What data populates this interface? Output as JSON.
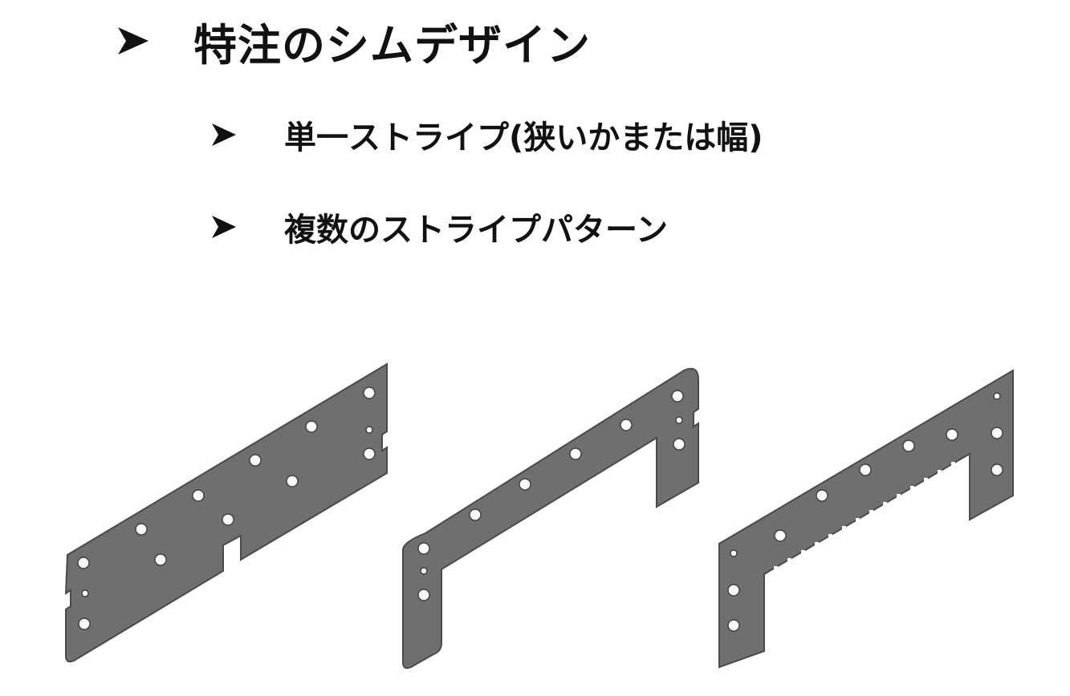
{
  "slide": {
    "heading": "特注のシムデザイン",
    "bullets": [
      "単一ストライプ(狭いかまたは幅)",
      "複数のストライプパターン"
    ]
  },
  "icons": {
    "bullet": "arrowhead-bullet-icon"
  },
  "colors": {
    "text": "#111111",
    "plate": "#6f6f6f",
    "plate_edge": "#4a4a4a",
    "background": "#ffffff"
  },
  "figures": [
    {
      "name": "full-plate-shim"
    },
    {
      "name": "single-stripe-shim"
    },
    {
      "name": "multi-stripe-comb-shim"
    }
  ]
}
